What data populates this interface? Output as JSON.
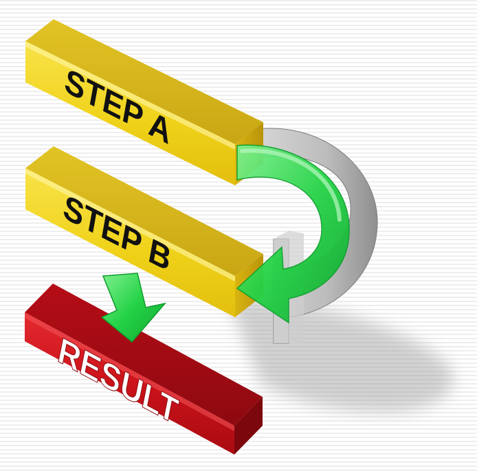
{
  "diagram": {
    "steps": [
      {
        "label": "STEP A",
        "color": "#f1d51b"
      },
      {
        "label": "STEP B",
        "color": "#f1d51b"
      }
    ],
    "result": {
      "label": "RESULT",
      "color": "#c8101a"
    },
    "colors": {
      "arrow_green": "#26d449",
      "loop_gray": "#b9b9b9",
      "background_stripe": "#ececec"
    },
    "icons": [
      "curved-return-arrow-icon",
      "down-arrow-icon",
      "gray-loop-arrow-icon"
    ]
  }
}
